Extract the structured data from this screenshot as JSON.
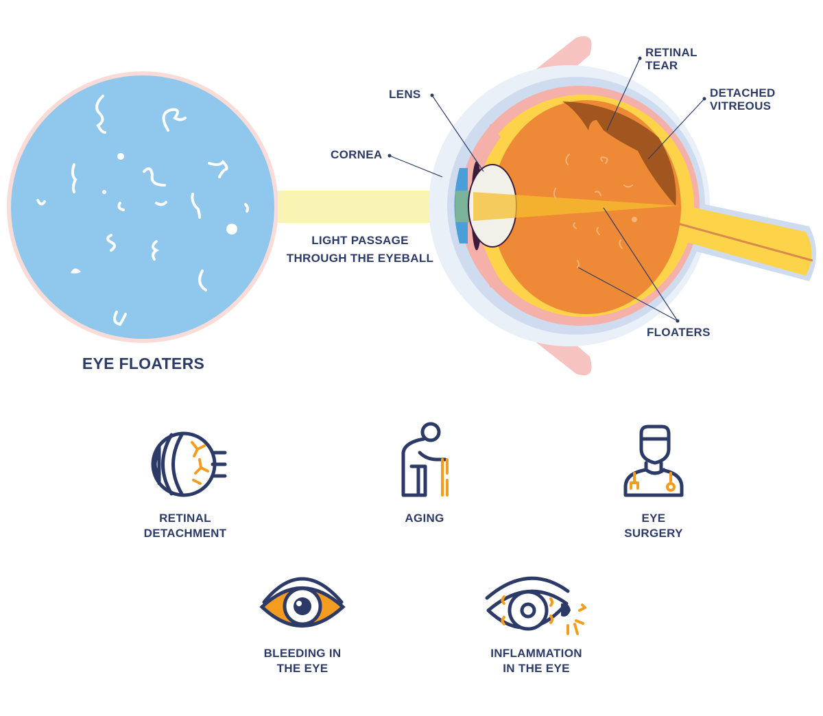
{
  "title": "EYE FLOATERS",
  "light_label": [
    "LIGHT PASSAGE",
    "THROUGH THE EYEBALL"
  ],
  "anatomy_labels": {
    "lens": "LENS",
    "cornea": "CORNEA",
    "retinal_tear": [
      "RETINAL",
      "TEAR"
    ],
    "detached_vitreous": [
      "DETACHED",
      "VITREOUS"
    ],
    "floaters": "FLOATERS"
  },
  "causes": [
    {
      "icon": "retinal-detachment-icon",
      "lines": [
        "RETINAL",
        "DETACHMENT"
      ]
    },
    {
      "icon": "aging-icon",
      "lines": [
        "AGING"
      ]
    },
    {
      "icon": "eye-surgery-icon",
      "lines": [
        "EYE",
        "SURGERY"
      ]
    },
    {
      "icon": "bleeding-eye-icon",
      "lines": [
        "BLEEDING IN",
        "THE EYE"
      ]
    },
    {
      "icon": "inflamed-eye-icon",
      "lines": [
        "INFLAMMATION",
        "IN THE EYE"
      ]
    }
  ],
  "colors": {
    "navy": "#2b3a67",
    "orange": "#f39c1f",
    "sky": "#8fc8ec",
    "vitreous": "#ee8a35"
  }
}
